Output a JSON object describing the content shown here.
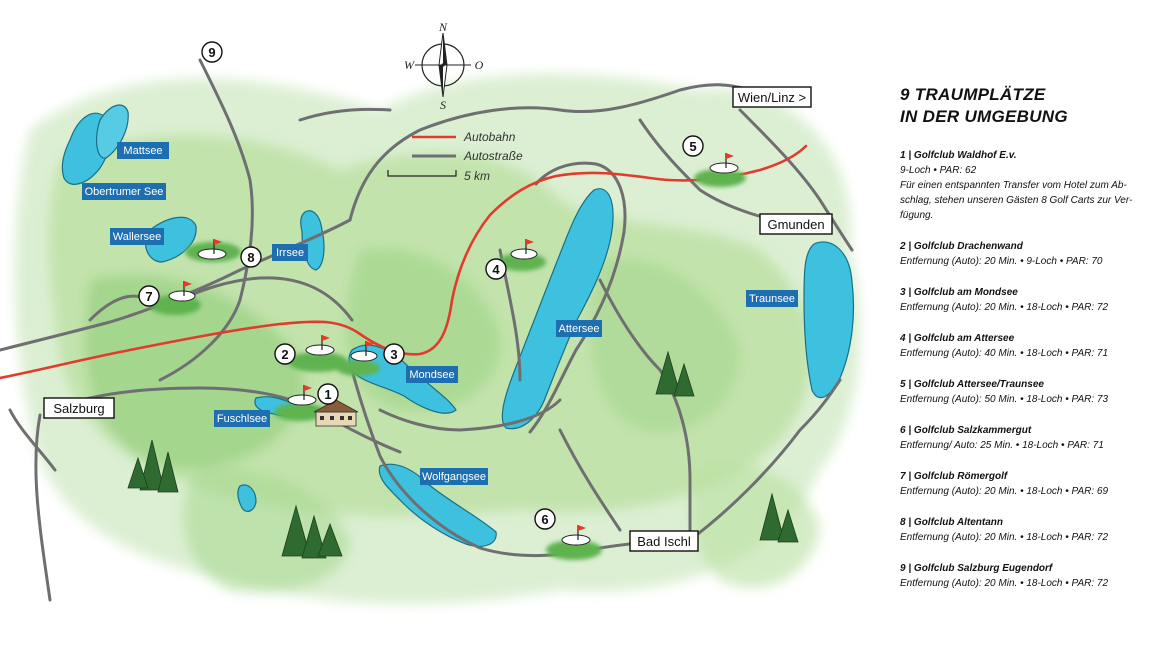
{
  "compass": {
    "n": "N",
    "s": "S",
    "w": "W",
    "o": "O"
  },
  "legend": {
    "autobahn": "Autobahn",
    "autostrasse": "Autostraße",
    "scale": "5 km"
  },
  "towns": {
    "salzburg": "Salzburg",
    "wien_linz": "Wien/Linz >",
    "gmunden": "Gmunden",
    "bad_ischl": "Bad Ischl"
  },
  "lakes": {
    "mattsee": "Mattsee",
    "obertrumer": "Obertrumer See",
    "wallersee": "Wallersee",
    "irrsee": "Irrsee",
    "mondsee": "Mondsee",
    "fuschlsee": "Fuschlsee",
    "wolfgangsee": "Wolfgangsee",
    "attersee": "Attersee",
    "traunsee": "Traunsee"
  },
  "markers": [
    "1",
    "2",
    "3",
    "4",
    "5",
    "6",
    "7",
    "8",
    "9"
  ],
  "colors": {
    "autobahn": "#e23a2c",
    "road": "#6f6f72",
    "lake": "#3ec1df",
    "label_bg": "#1d6fb1",
    "meadow": "#8cc97a"
  },
  "panel": {
    "title_line1": "9 Traumplätze",
    "title_line2": "in der Umgebung",
    "clubs": [
      {
        "num": "1 |",
        "name": "Golfclub Waldhof E.v.",
        "lines": [
          "9-Loch • PAR: 62",
          "Für einen entspannten Transfer vom Hotel zum Ab-",
          "schlag, stehen unseren Gästen 8 Golf Carts zur Ver-",
          "fügung."
        ]
      },
      {
        "num": "2 |",
        "name": "Golfclub Drachenwand",
        "lines": [
          "Entfernung (Auto): 20 Min. • 9-Loch • PAR: 70"
        ]
      },
      {
        "num": "3 |",
        "name": "Golfclub am Mondsee",
        "lines": [
          "Entfernung (Auto): 20 Min. • 18-Loch • PAR: 72"
        ]
      },
      {
        "num": "4 |",
        "name": "Golfclub am Attersee",
        "lines": [
          "Entfernung (Auto): 40 Min. • 18-Loch • PAR: 71"
        ]
      },
      {
        "num": "5 |",
        "name": "Golfclub Attersee/Traunsee",
        "lines": [
          "Entfernung (Auto): 50 Min. • 18-Loch • PAR: 73"
        ]
      },
      {
        "num": "6 |",
        "name": "Golfclub Salzkammergut",
        "lines": [
          "Entfernung/ Auto: 25 Min. • 18-Loch • PAR: 71"
        ]
      },
      {
        "num": "7 |",
        "name": "Golfclub Römergolf",
        "lines": [
          "Entfernung (Auto): 20 Min. • 18-Loch • PAR: 69"
        ]
      },
      {
        "num": "8 |",
        "name": "Golfclub Altentann",
        "lines": [
          "Entfernung (Auto): 20 Min. • 18-Loch • PAR: 72"
        ]
      },
      {
        "num": "9 |",
        "name": "Golfclub Salzburg Eugendorf",
        "lines": [
          "Entfernung (Auto): 20 Min. • 18-Loch • PAR: 72"
        ]
      }
    ]
  }
}
